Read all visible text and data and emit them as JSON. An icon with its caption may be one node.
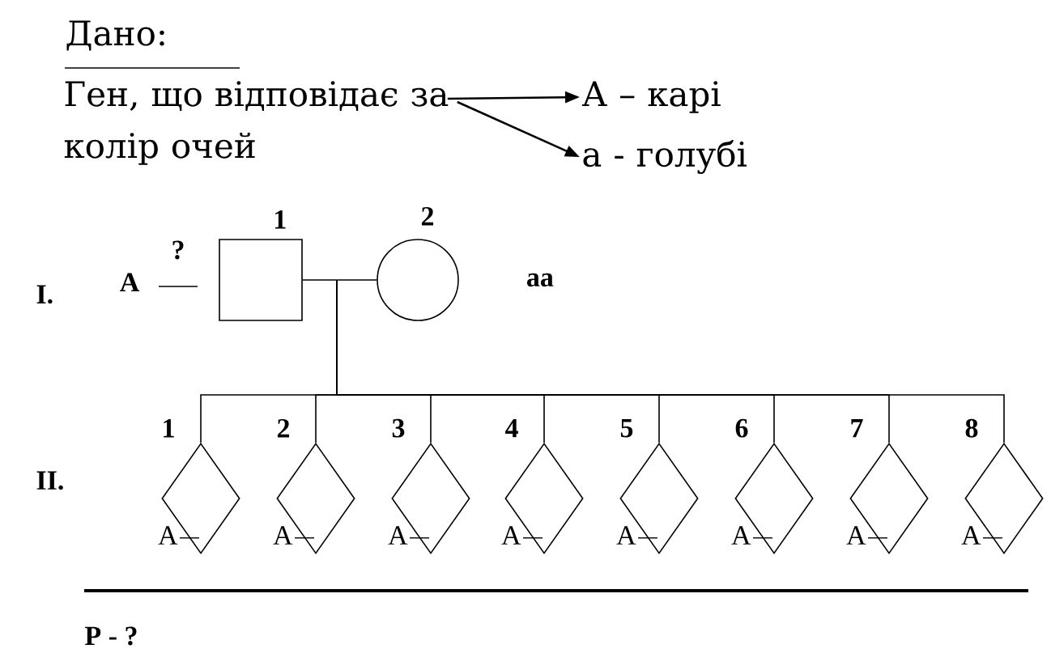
{
  "diagram": {
    "nodes": [
      {
        "text": [
          "Ген, що відповідає за колір очей"
        ]
      },
      {
        "text": [
          "А – карі"
        ]
      },
      {
        "text": [
          "а - голубі"
        ]
      },
      {
        "text": [],
        "shape": "box",
        "beside": [
          "1",
          "А",
          "?"
        ]
      },
      {
        "text": [],
        "shape": "circle",
        "beside": [
          "2",
          "аа"
        ]
      },
      {
        "text": [],
        "shape": "diamond",
        "beside": [
          "1",
          "А"
        ]
      },
      {
        "text": [],
        "shape": "diamond",
        "beside": [
          "2",
          "А"
        ]
      },
      {
        "text": [],
        "shape": "diamond",
        "beside": [
          "3",
          "А"
        ]
      },
      {
        "text": [],
        "shape": "diamond",
        "beside": [
          "4",
          "А"
        ]
      },
      {
        "text": [],
        "shape": "diamond",
        "beside": [
          "5",
          "А"
        ]
      },
      {
        "text": [],
        "shape": "diamond",
        "beside": [
          "6",
          "А"
        ]
      },
      {
        "text": [],
        "shape": "diamond",
        "beside": [
          "7",
          "А"
        ]
      },
      {
        "text": [],
        "shape": "diamond",
        "beside": [
          "8",
          "А"
        ]
      }
    ],
    "edges": [
      {
        "from": 0,
        "to": 1,
        "arrow": "to"
      },
      {
        "from": 0,
        "to": 2,
        "arrow": "to"
      },
      {
        "from": 3,
        "to": 4,
        "arrow": "none"
      },
      {
        "from": null,
        "to": 5,
        "arrow": "none"
      },
      {
        "from": null,
        "to": 6,
        "arrow": "none"
      },
      {
        "from": null,
        "to": 7,
        "arrow": "none"
      },
      {
        "from": null,
        "to": 8,
        "arrow": "none"
      },
      {
        "from": null,
        "to": 9,
        "arrow": "none"
      },
      {
        "from": null,
        "to": 10,
        "arrow": "none"
      },
      {
        "from": null,
        "to": 11,
        "arrow": "none"
      },
      {
        "from": null,
        "to": 12,
        "arrow": "none"
      }
    ],
    "labels": [
      "Дано:",
      "I.",
      "II.",
      "Р - ?"
    ]
  }
}
